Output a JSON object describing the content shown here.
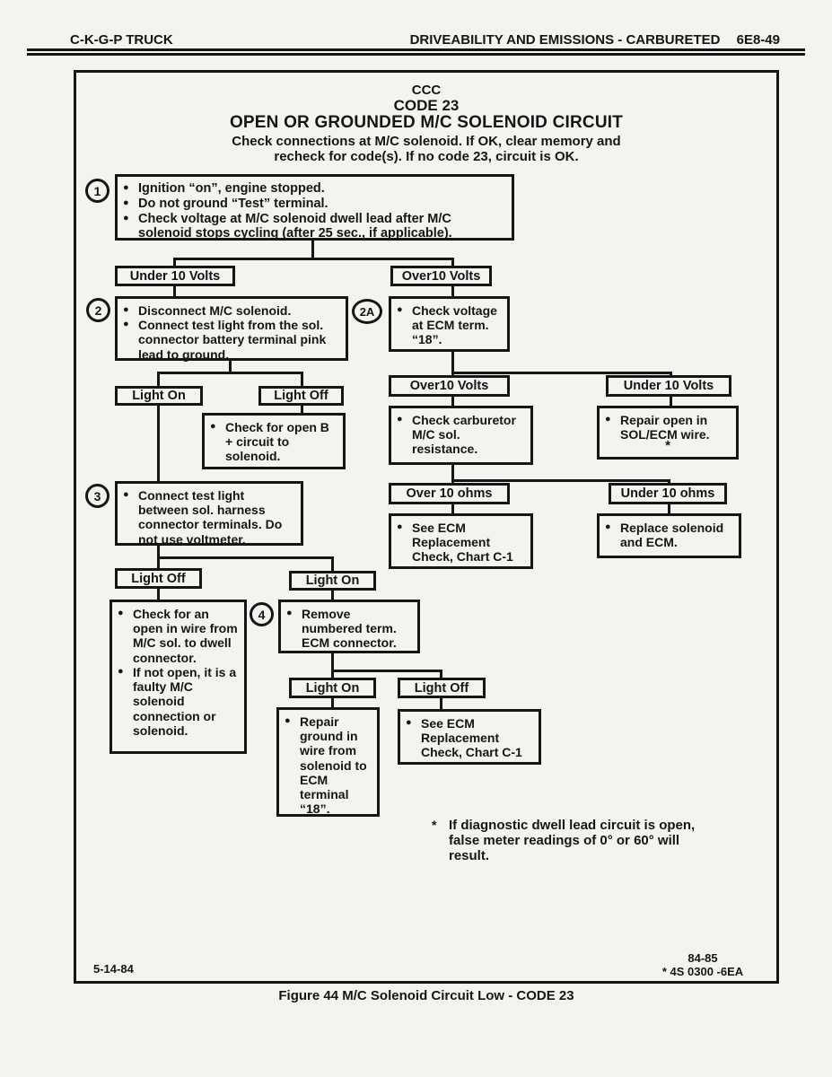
{
  "glyphs": {
    "bullet": "●"
  },
  "page_header": {
    "left": "C-K-G-P TRUCK",
    "right": "DRIVEABILITY AND EMISSIONS - CARBURETED",
    "page_code": "6E8-49"
  },
  "title": {
    "system": "CCC",
    "code": "CODE 23",
    "heading": "OPEN OR GROUNDED M/C SOLENOID CIRCUIT",
    "subtitle_line1": "Check connections at M/C solenoid.  If OK, clear memory and",
    "subtitle_line2": "recheck for code(s).  If no code 23, circuit is OK."
  },
  "steps": {
    "step1": {
      "badge": "1",
      "items": [
        "Ignition “on”, engine stopped.",
        "Do not ground “Test” terminal.",
        "Check voltage at M/C solenoid dwell lead after M/C solenoid stops cycling (after 25 sec., if applicable)."
      ]
    },
    "step2": {
      "badge": "2",
      "items": [
        "Disconnect M/C solenoid.",
        "Connect test light from the sol. connector battery terminal pink lead to ground."
      ]
    },
    "step2a": {
      "badge": "2A",
      "items": [
        "Check voltage at ECM term. “18”."
      ]
    },
    "step3": {
      "badge": "3",
      "items": [
        "Connect test light between sol. harness connector terminals.  Do not use voltmeter."
      ]
    },
    "step4": {
      "badge": "4",
      "items": [
        "Remove numbered term. ECM connector."
      ]
    }
  },
  "decisions": {
    "under10v_a": "Under 10 Volts",
    "over10v_a": "Over10 Volts",
    "light_on_a": "Light On",
    "light_off_a": "Light Off",
    "over10v_b": "Over10 Volts",
    "under10v_b": "Under 10 Volts",
    "light_off_b": "Light Off",
    "light_on_b": "Light On",
    "over10ohms": "Over 10 ohms",
    "under10ohms": "Under 10 ohms",
    "light_on_c": "Light On",
    "light_off_c": "Light Off"
  },
  "actions": {
    "open_b_plus": [
      "Check for open B + circuit to solenoid."
    ],
    "check_carb": [
      "Check carburetor M/C sol. resistance."
    ],
    "repair_open_sol": [
      "Repair open in SOL/ECM wire."
    ],
    "repair_open_sol_note": "*",
    "see_ecm_1": [
      "See ECM Replacement Check, Chart C-1"
    ],
    "replace_solenoid": [
      "Replace solenoid and ECM."
    ],
    "open_wire": [
      "Check for an open in wire from M/C sol. to dwell connector.",
      "If not open, it is a faulty M/C solenoid connection or solenoid."
    ],
    "repair_ground": [
      "Repair ground in wire from solenoid to ECM terminal “18”."
    ],
    "see_ecm_2": [
      "See ECM Replacement Check, Chart C-1"
    ]
  },
  "footnote": {
    "marker": "*",
    "line1": "If diagnostic dwell lead circuit is open,",
    "line2": "false meter readings of 0° or 60° will",
    "line3": "result."
  },
  "footer": {
    "date": "5-14-84",
    "rev": "84-85",
    "doc_code": "* 4S 0300 -6EA"
  },
  "caption": "Figure 44 M/C Solenoid Circuit Low - CODE 23"
}
